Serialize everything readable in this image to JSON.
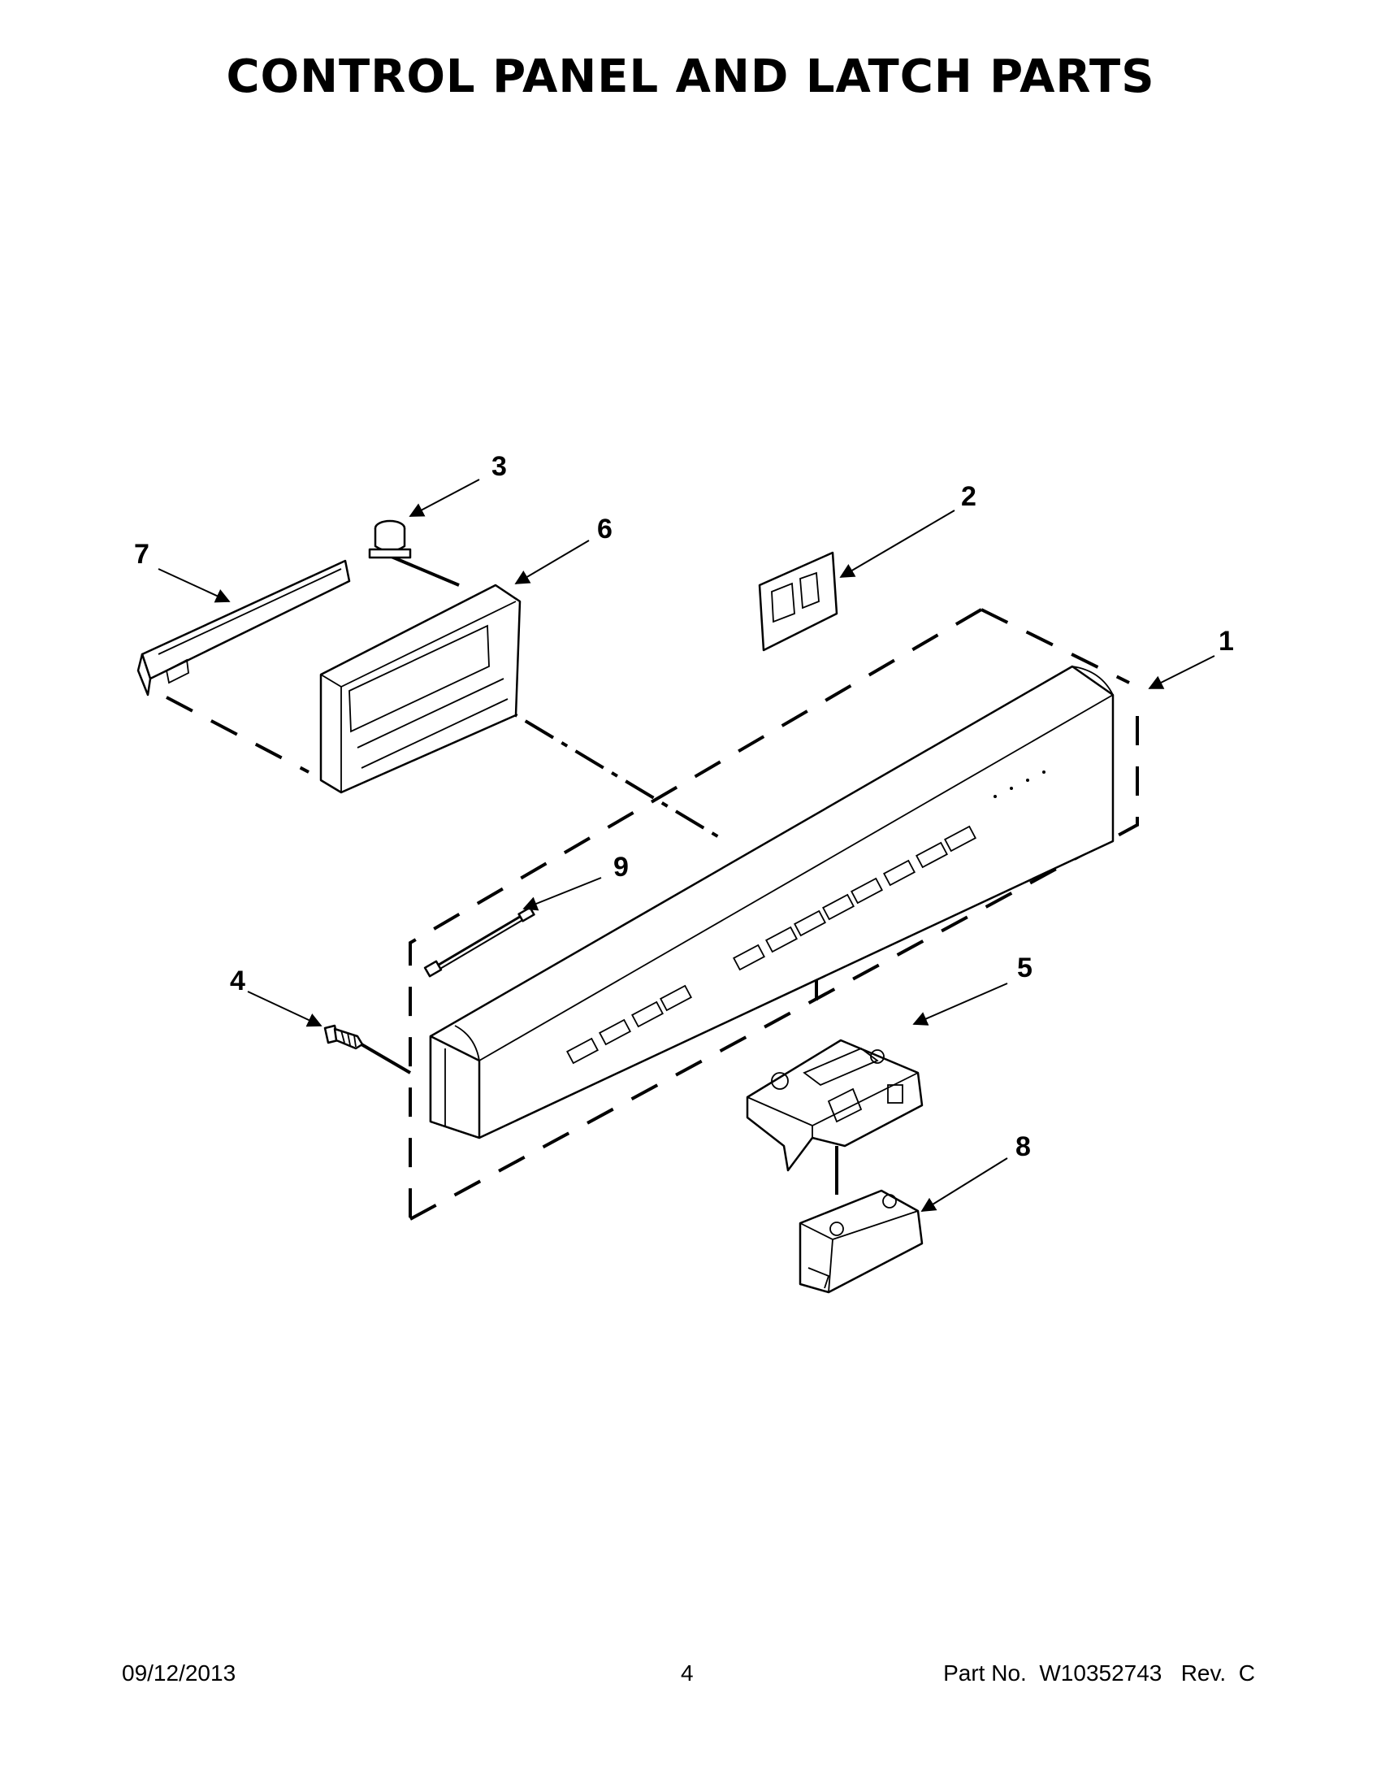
{
  "page": {
    "title": "CONTROL PANEL AND LATCH PARTS",
    "footer": {
      "date": "09/12/2013",
      "page_number": "4",
      "part_number": "Part No.  W10352743   Rev.  C"
    }
  },
  "diagram": {
    "callouts": [
      {
        "id": "1",
        "part": "control-panel-console"
      },
      {
        "id": "2",
        "part": "panel-bracket"
      },
      {
        "id": "3",
        "part": "thermal-fuse"
      },
      {
        "id": "4",
        "part": "screw"
      },
      {
        "id": "5",
        "part": "door-latch"
      },
      {
        "id": "6",
        "part": "electronic-control-board"
      },
      {
        "id": "7",
        "part": "user-interface-board"
      },
      {
        "id": "8",
        "part": "latch-handle"
      },
      {
        "id": "9",
        "part": "wire-harness"
      }
    ]
  }
}
